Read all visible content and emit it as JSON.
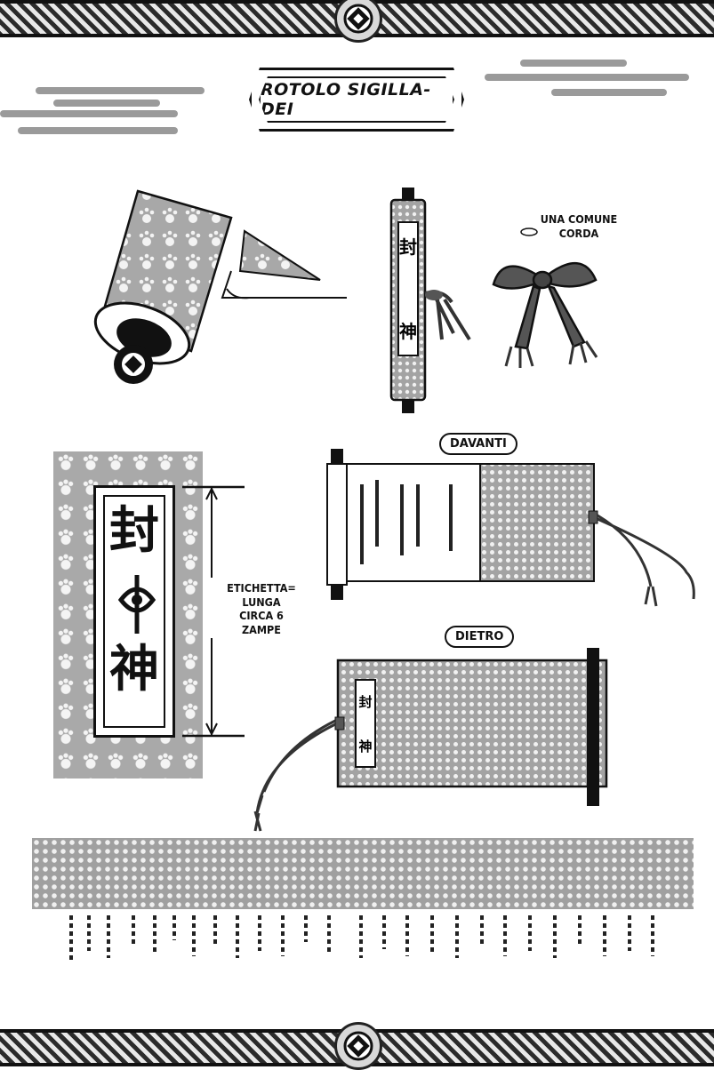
{
  "title": "ROTOLO SIGILLA-DEI",
  "labels": {
    "rope": "UNA COMUNE CORDA",
    "front": "DAVANTI",
    "back": "DIETRO",
    "tag_length": "ETICHETTA= LUNGA CIRCA 6 ZAMPE"
  },
  "seal_glyphs": {
    "top": "封",
    "bottom": "神"
  },
  "icons": [
    "kamon-crest-icon",
    "paw-print-icon",
    "rope-bow-icon",
    "scroll-icon"
  ]
}
